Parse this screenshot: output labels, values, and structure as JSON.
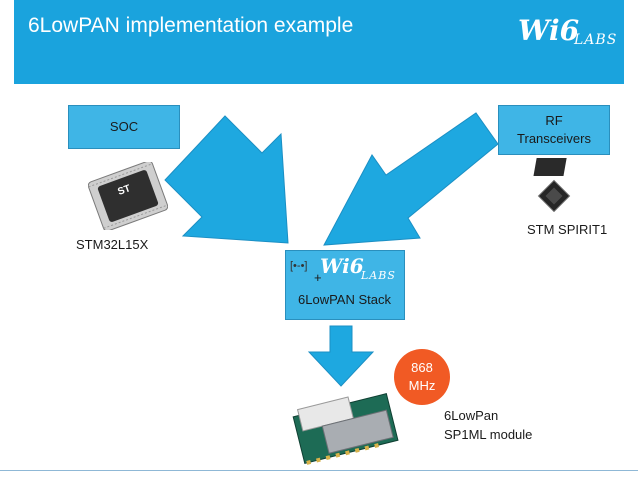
{
  "header": {
    "title": "6LowPAN implementation example",
    "logo_main": "Wi6",
    "logo_sub": "LABS"
  },
  "soc": {
    "label": "SOC",
    "chip_label": "STM32L15X",
    "chip_logo": "ST"
  },
  "rf": {
    "label": "RF\nTransceivers",
    "chip_label": "STM SPIRIT1"
  },
  "stack": {
    "plus": "+",
    "label": "6LowPAN Stack",
    "logo_main": "Wi6",
    "logo_sub": "LABS"
  },
  "frequency": {
    "label": "868\nMHz"
  },
  "module": {
    "label": "6LowPan\nSP1ML module"
  },
  "colors": {
    "title_bar": "#1aa3dd",
    "box_fill": "#3fb5e6",
    "arrow": "#1ea8e0",
    "frequency_badge": "#f15a24"
  },
  "icons": [
    "microcontroller-chip-icon",
    "rf-chip-icon",
    "wireless-module-icon",
    "arrow-down-right",
    "arrow-down-left",
    "arrow-down"
  ]
}
